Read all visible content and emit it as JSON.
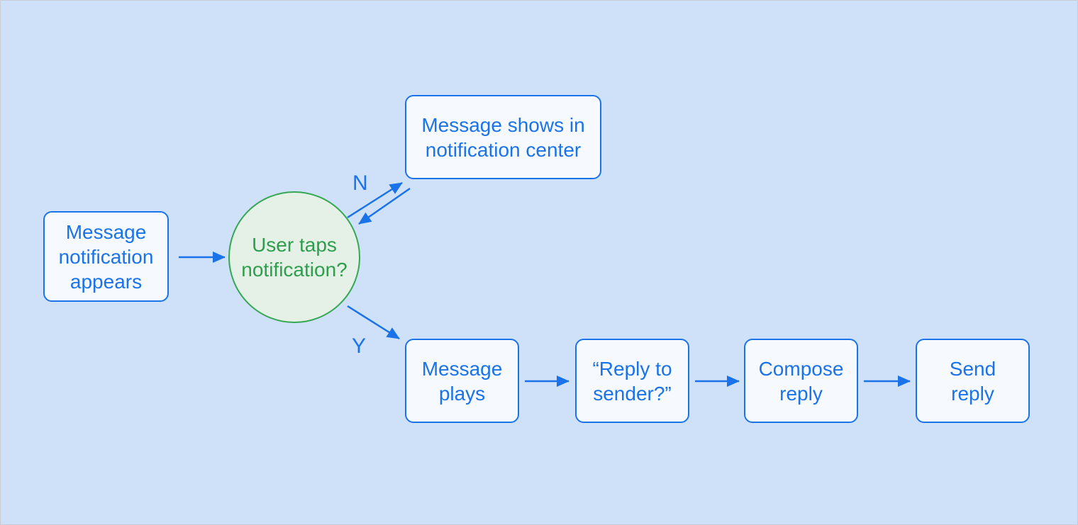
{
  "colors": {
    "background": "#cfe0f9",
    "node_fill": "#f6f9fd",
    "node_border": "#1a73e8",
    "node_text": "#1a73e8",
    "arrow": "#1a73e8",
    "decision_fill": "#e5f1e6",
    "decision_border": "#34a853",
    "decision_text": "#2e9e4e"
  },
  "diagram": {
    "nodes": {
      "start": {
        "label": "Message\nnotification\nappears"
      },
      "decision": {
        "label": "User taps\nnotification?"
      },
      "notification_center": {
        "label": "Message shows in\nnotification center"
      },
      "message_plays": {
        "label": "Message\nplays"
      },
      "reply_to_sender": {
        "label": "“Reply to\nsender?”"
      },
      "compose_reply": {
        "label": "Compose\nreply"
      },
      "send_reply": {
        "label": "Send\nreply"
      }
    },
    "branches": {
      "no": "N",
      "yes": "Y"
    }
  }
}
